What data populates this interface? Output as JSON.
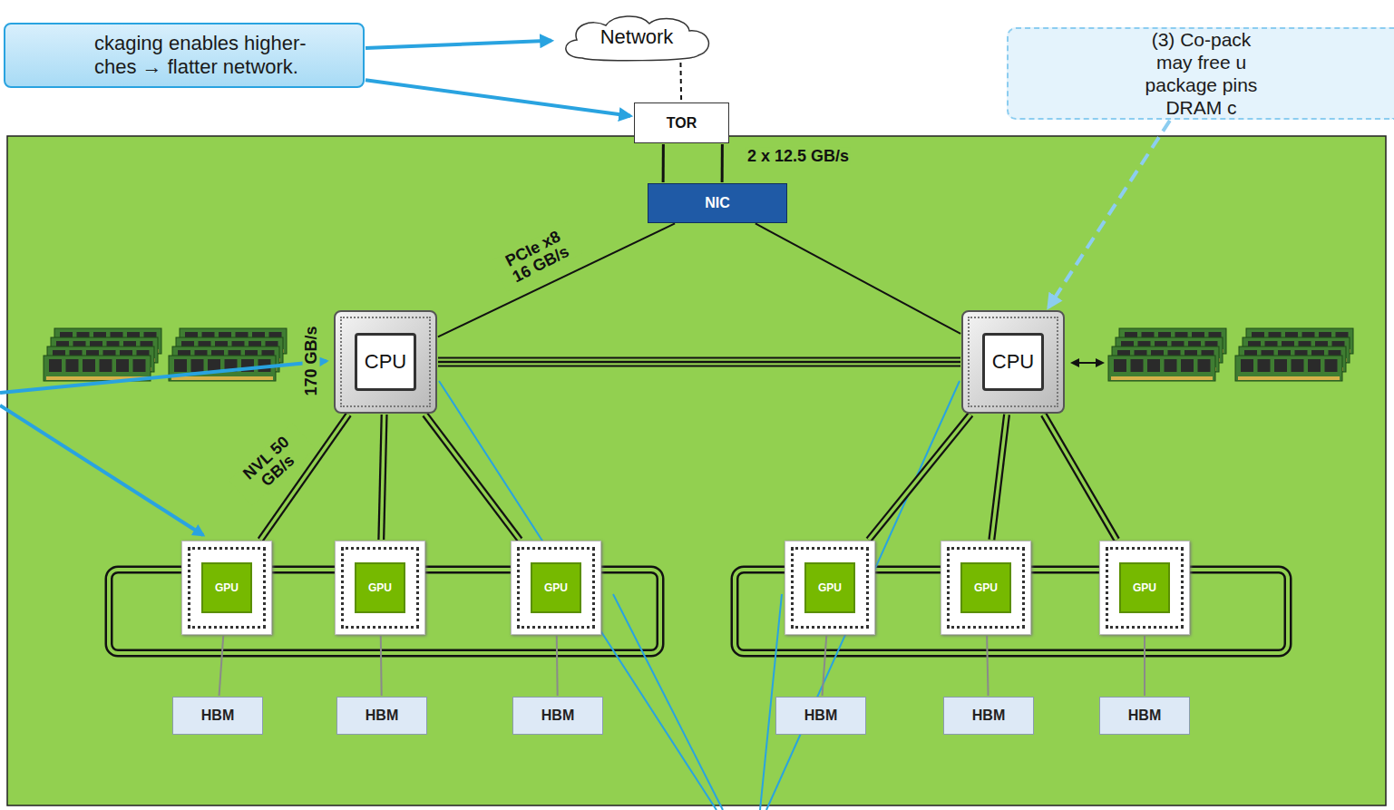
{
  "diagram": {
    "nodes": [
      {
        "text": [
          "ckaging enables higher- ches → flatter network."
        ]
      },
      {
        "text": [
          "Network"
        ]
      },
      {
        "text": [
          "(3) Co-pack may free u package pins DRAM c"
        ]
      },
      {
        "text": [
          "TOR"
        ]
      },
      {
        "text": [
          "NIC"
        ]
      },
      {
        "text": [
          "CPU"
        ]
      },
      {
        "text": [
          "CPU"
        ]
      },
      {
        "text": [
          "GPU"
        ]
      },
      {
        "text": [
          "GPU"
        ]
      },
      {
        "text": [
          "GPU"
        ]
      },
      {
        "text": [
          "GPU"
        ]
      },
      {
        "text": [
          "GPU"
        ]
      },
      {
        "text": [
          "GPU"
        ]
      },
      {
        "text": [
          "HBM"
        ]
      },
      {
        "text": [
          "HBM"
        ]
      },
      {
        "text": [
          "HBM"
        ]
      },
      {
        "text": [
          "HBM"
        ]
      },
      {
        "text": [
          "HBM"
        ]
      },
      {
        "text": [
          "HBM"
        ]
      }
    ],
    "edges": [
      {
        "from": 0,
        "to": 1,
        "arrow": "to"
      },
      {
        "from": 0,
        "to": 3,
        "arrow": "to"
      },
      {
        "from": 1,
        "to": 3,
        "arrow": "none"
      },
      {
        "from": 3,
        "to": 4,
        "arrow": "none",
        "label": "2 x 12.5 GB/s"
      },
      {
        "from": 3,
        "to": 4,
        "arrow": "none"
      },
      {
        "from": 4,
        "to": 5,
        "arrow": "none",
        "label": "PCIe x8 16 GB/s"
      },
      {
        "from": 4,
        "to": 6,
        "arrow": "none"
      },
      {
        "from": 5,
        "to": 6,
        "arrow": "none"
      },
      {
        "from": 5,
        "to": 7,
        "arrow": "none",
        "label": "NVL 50 GB/s"
      },
      {
        "from": 5,
        "to": 8,
        "arrow": "none"
      },
      {
        "from": 5,
        "to": 9,
        "arrow": "none"
      },
      {
        "from": 6,
        "to": 10,
        "arrow": "none"
      },
      {
        "from": 6,
        "to": 11,
        "arrow": "none"
      },
      {
        "from": 6,
        "to": 12,
        "arrow": "none"
      },
      {
        "from": 7,
        "to": 13,
        "arrow": "none"
      },
      {
        "from": 8,
        "to": 14,
        "arrow": "none"
      },
      {
        "from": 9,
        "to": 15,
        "arrow": "none"
      },
      {
        "from": 10,
        "to": 16,
        "arrow": "none"
      },
      {
        "from": 11,
        "to": 17,
        "arrow": "none"
      },
      {
        "from": 12,
        "to": 18,
        "arrow": "none"
      },
      {
        "from": 2,
        "to": 6,
        "arrow": "to"
      }
    ],
    "labels": [
      "170 GB/s"
    ]
  }
}
